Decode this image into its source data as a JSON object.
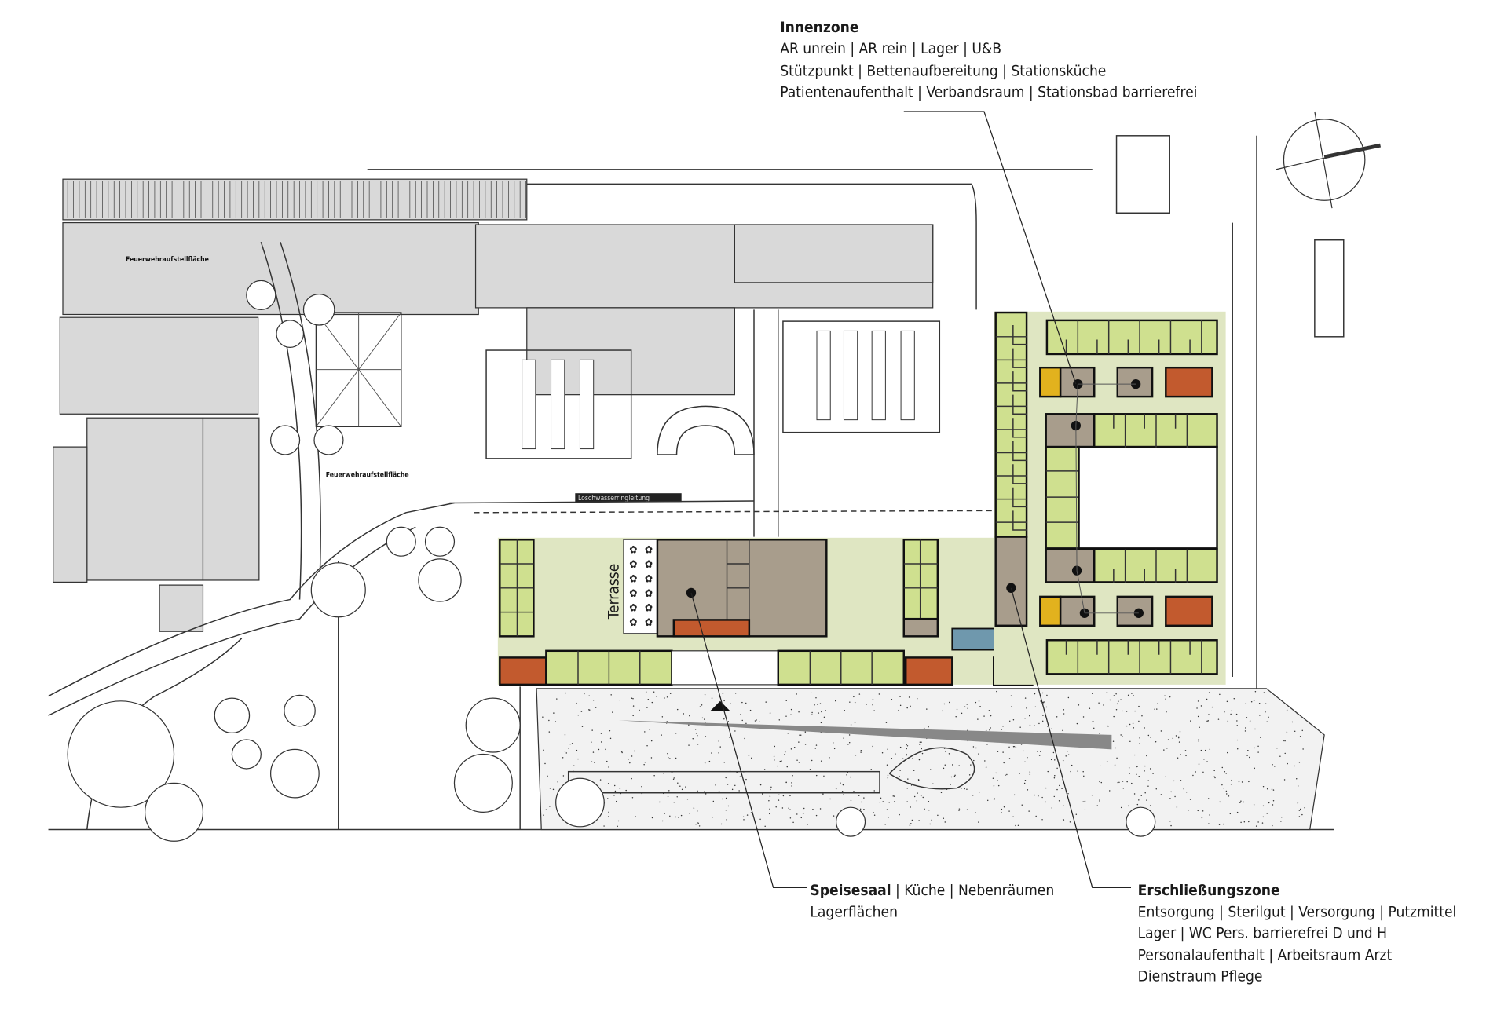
{
  "legend": {
    "innenzone": {
      "title": "Innenzone",
      "lines": [
        "AR unrein | AR rein | Lager | U&B",
        "Stützpunkt | Bettenaufbereitung | Stationsküche",
        "Patientenaufenthalt | Verbandsraum | Stationsbad barrierefrei"
      ]
    },
    "speisesaal": {
      "title": "Speisesaal",
      "title_rest": " | Küche | Nebenräumen",
      "lines": [
        "Lagerflächen"
      ]
    },
    "erschliessung": {
      "title": "Erschließungszone",
      "lines": [
        "Entsorgung | Sterilgut | Versorgung | Putzmittel",
        "Lager | WC Pers. barrierefrei D und H",
        "Personalaufenthalt | Arbeitsraum Arzt",
        "Dienstraum Pflege"
      ]
    }
  },
  "plan_labels": {
    "terrasse": "Terrasse",
    "loeschwasser": "Löschwasserringleitung",
    "feuerwehr1": "Feuerwehraufstellfläche",
    "feuerwehr2": "Feuerwehraufstellfläche"
  },
  "colors": {
    "patient_rooms": "#cfe08f",
    "corridor": "#dfe6c2",
    "service": "#a89d8c",
    "orange": "#c25a2e",
    "yellow": "#e2b21e",
    "blue": "#6f98ad"
  }
}
